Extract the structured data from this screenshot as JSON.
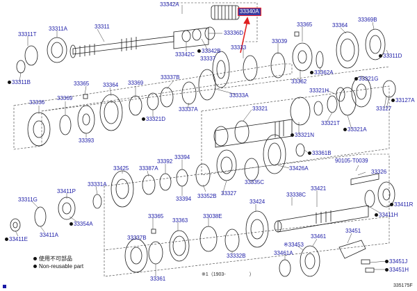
{
  "diagram": {
    "highlighted_part": "33340A",
    "labels": {
      "p33342A": "33342A",
      "p33311": "33311",
      "p33311A": "33311A",
      "p33311T": "33311T",
      "p33311B": "33311B",
      "p33336D": "33336D",
      "p33342C": "33342C",
      "p33342B": "33342B",
      "p33337": "33337",
      "p33333": "33333",
      "p33039": "33039",
      "p33365a": "33365",
      "p33364a": "33364",
      "p33369B": "33369B",
      "p33311D": "33311D",
      "p33362A": "33362A",
      "p33362": "33362",
      "p33321G": "33321G",
      "p33321H": "33321H",
      "p33127": "33127",
      "p33127A": "33127A",
      "p33337B": "33337B",
      "p33337A": "33337A",
      "p33333A": "33333A",
      "p33336": "33336",
      "p33369a": "33369",
      "p33365b": "33365",
      "p33364b": "33364",
      "p33369b": "33369",
      "p33321D": "33321D",
      "p33393": "33393",
      "p33321": "33321",
      "p33321T": "33321T",
      "p33321A": "33321A",
      "p33321N": "33321N",
      "p33361B": "33361B",
      "p90105": "90105-T0039",
      "p33326": "33326",
      "p33425": "33425",
      "p33387A": "33387A",
      "p33392": "33392",
      "p33394a": "33394",
      "p33394b": "33394",
      "p33352B": "33352B",
      "p33327": "33327",
      "p33335C": "33335C",
      "p33426A": "33426A",
      "p33331A": "33331A",
      "p33411P": "33411P",
      "p33311G": "33311G",
      "p33354A": "33354A",
      "p33411A": "33411A",
      "p33411E": "33411E",
      "p33338C": "33338C",
      "p33421": "33421",
      "p33411R": "33411R",
      "p33411H": "33411H",
      "p33365c": "33365",
      "p33363": "33363",
      "p33038E": "33038E",
      "p33424": "33424",
      "p33337B2": "33337B",
      "p33332B": "33332B",
      "p33361": "33361",
      "p33453": "※33453",
      "p33461": "33461",
      "p33461A": "33461A",
      "p33451": "33451",
      "p33451J": "33451J",
      "p33451H": "33451H"
    },
    "legend": {
      "item1": "使用不可部品",
      "item2": "Non-reusable part"
    },
    "footnote": "※1（1903-",
    "footnote_end": "）",
    "figure_code": "335175F"
  }
}
